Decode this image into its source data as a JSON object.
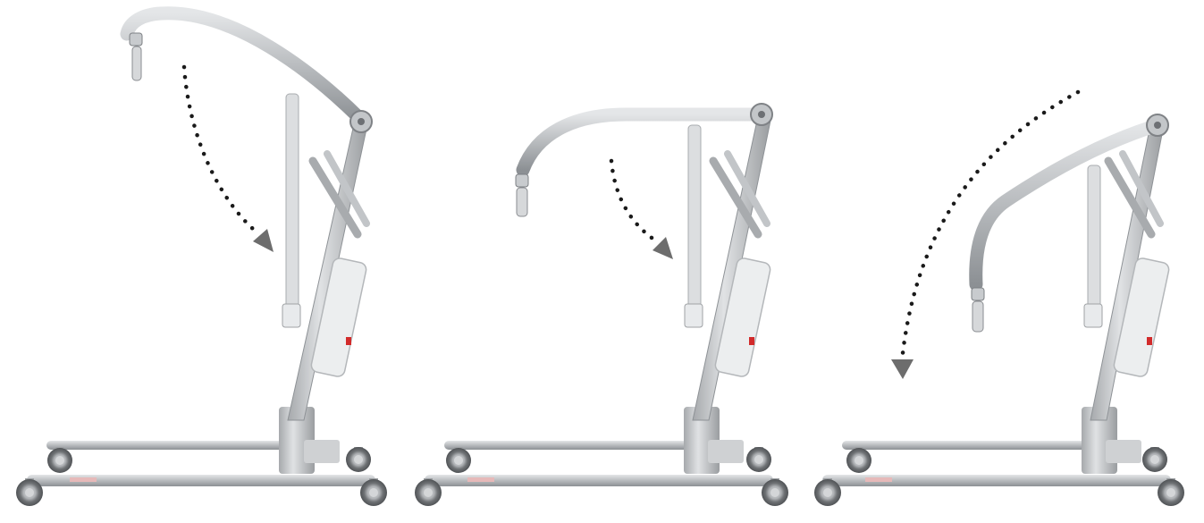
{
  "image": {
    "description_free": true,
    "background": "#ffffff"
  },
  "lifts": [
    {
      "id": "lift-1",
      "boom_position": "raised",
      "arrow_direction": "down",
      "mast_label": "",
      "base_label": ""
    },
    {
      "id": "lift-2",
      "boom_position": "horizontal",
      "arrow_direction": "down",
      "mast_label": "",
      "base_label": ""
    },
    {
      "id": "lift-3",
      "boom_position": "lowered",
      "arrow_direction": "down",
      "mast_label": "",
      "base_label": ""
    }
  ],
  "colors": {
    "frame": "#b9bcbf",
    "frame_dark": "#8e9296",
    "frame_light": "#dfe1e3",
    "wheel": "#7a7d80",
    "wheel_hub": "#c9cbcd",
    "accent_red": "#d22b2b",
    "arrow": "#1a1a1a",
    "arrowhead": "#6d6d6d"
  },
  "icons": [
    "dotted-arrow-icon",
    "wheel-icon"
  ]
}
